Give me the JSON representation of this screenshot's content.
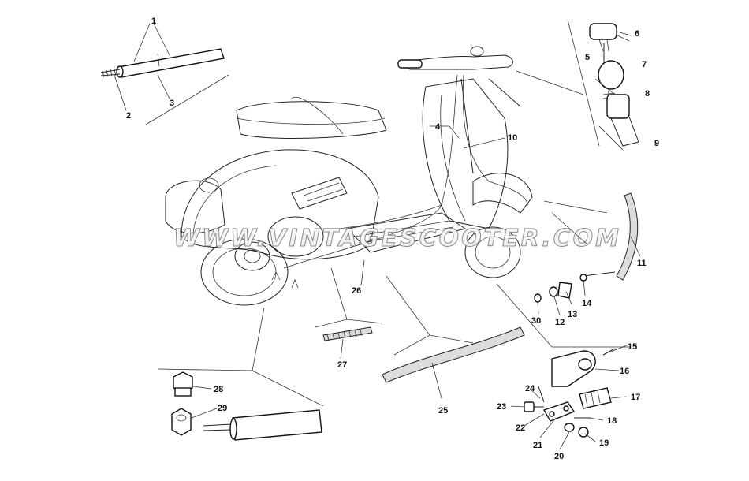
{
  "watermark": "WWW.VINTAGESCOOTER.COM",
  "labels": {
    "l1": "1",
    "l2": "2",
    "l3": "3",
    "l4": "4",
    "l5": "5",
    "l6": "6",
    "l7": "7",
    "l8": "8",
    "l9": "9",
    "l10": "10",
    "l11": "11",
    "l12": "12",
    "l13": "13",
    "l14": "14",
    "l15": "15",
    "l16": "16",
    "l17": "17",
    "l18": "18",
    "l19": "19",
    "l20": "20",
    "l21": "21",
    "l22": "22",
    "l23": "23",
    "l24": "24",
    "l25": "25",
    "l26": "26",
    "l27": "27",
    "l28": "28",
    "l29": "29",
    "l30": "30"
  }
}
